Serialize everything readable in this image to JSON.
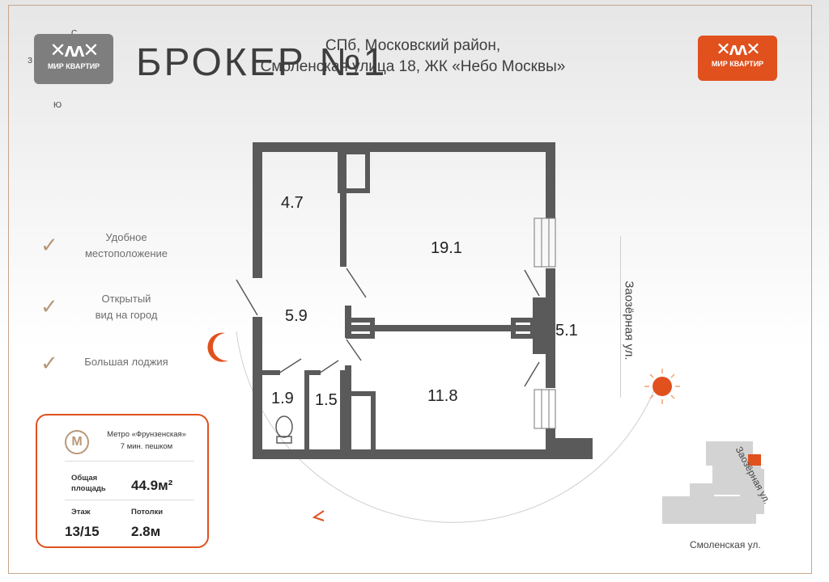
{
  "header": {
    "broker_title": "БРОКЕР №1",
    "broker_logo_text": "МИР КВАРТИР",
    "address_line1": "СПб, Московский район,",
    "address_line2": "Смоленская улица 18, ЖК «Небо Москвы»",
    "brand_logo_text": "МИР КВАРТИР"
  },
  "compass": {
    "north": "С",
    "west": "З",
    "south": "Ю"
  },
  "features": [
    {
      "line1": "Удобное",
      "line2": "местоположение"
    },
    {
      "line1": "Открытый",
      "line2": "вид на город"
    },
    {
      "line1": "Большая лоджия",
      "line2": ""
    }
  ],
  "rooms": [
    "4.7",
    "19.1",
    "5.9",
    "5.1",
    "1.9",
    "1.5",
    "11.8"
  ],
  "street_labels": {
    "right_street": "Заозёрная ул.",
    "map_street_right": "Заозёрная ул.",
    "map_street_bottom": "Смоленская ул."
  },
  "card": {
    "metro_name": "Метро «Фрунзенская»",
    "metro_time": "7 мин. пешком",
    "area_label_1": "Общая",
    "area_label_2": "площадь",
    "area_value": "44.9м²",
    "floor_label": "Этаж",
    "floor_value": "13/15",
    "ceiling_label": "Потолки",
    "ceiling_value": "2.8м"
  },
  "colors": {
    "accent": "#e0511e",
    "wall": "#5a5a5a",
    "gold": "#b89878"
  }
}
